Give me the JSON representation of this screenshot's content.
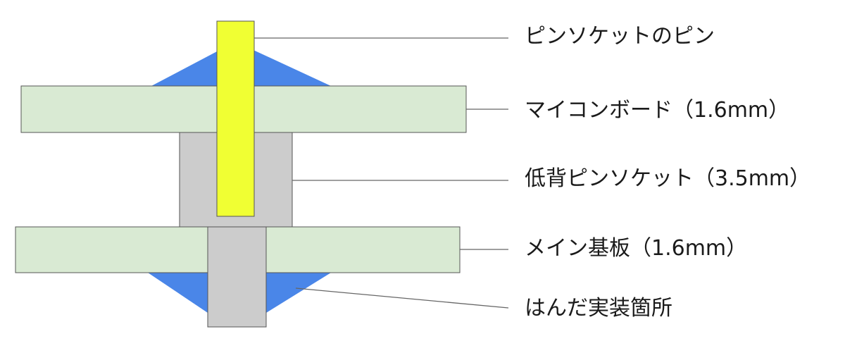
{
  "labels": {
    "pin": "ピンソケットのピン",
    "microcontroller_board": "マイコンボード（1.6mm）",
    "low_profile_socket": "低背ピンソケット（3.5mm）",
    "main_board": "メイン基板（1.6mm）",
    "solder": "はんだ実装箇所"
  },
  "colors": {
    "board_fill": "#d9ead3",
    "board_stroke": "#555555",
    "pin_fill": "#f0ff33",
    "socket_fill": "#cccccc",
    "solder_fill": "#4a86e8",
    "leader_line": "#666666"
  }
}
